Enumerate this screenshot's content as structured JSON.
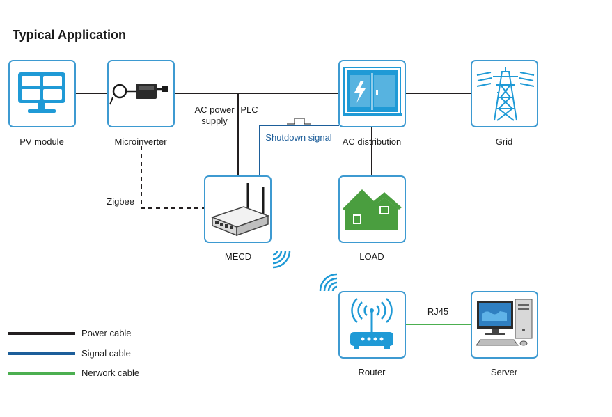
{
  "title": "Typical Application",
  "nodes": {
    "pv_module": "PV module",
    "microinverter": "Microinverter",
    "ac_distribution": "AC distribution",
    "grid": "Grid",
    "mecd": "MECD",
    "load": "LOAD",
    "router": "Router",
    "server": "Server"
  },
  "edge_labels": {
    "ac_power_supply_line1": "AC power",
    "ac_power_supply_line2": "supply",
    "plc": "PLC",
    "shutdown_signal": "Shutdown signal",
    "zigbee": "Zigbee",
    "rj45": "RJ45"
  },
  "legend": [
    {
      "label": "Power cable",
      "color": "#231f20"
    },
    {
      "label": "Signal cable",
      "color": "#1d5e9a"
    },
    {
      "label": "Nerwork cable",
      "color": "#4caf50"
    }
  ],
  "colors": {
    "box_border": "#3d9ad1",
    "icon_blue": "#1f9ad6",
    "house_green": "#4a9e3f",
    "power": "#231f20",
    "signal": "#1d5e9a",
    "network": "#4caf50"
  },
  "icons": {
    "pv_module": "solar-panel-icon",
    "microinverter": "microinverter-icon",
    "ac_distribution": "distribution-cabinet-icon",
    "grid": "power-tower-icon",
    "mecd": "gateway-device-icon",
    "load": "house-icon",
    "router": "router-icon",
    "server": "computer-icon"
  }
}
